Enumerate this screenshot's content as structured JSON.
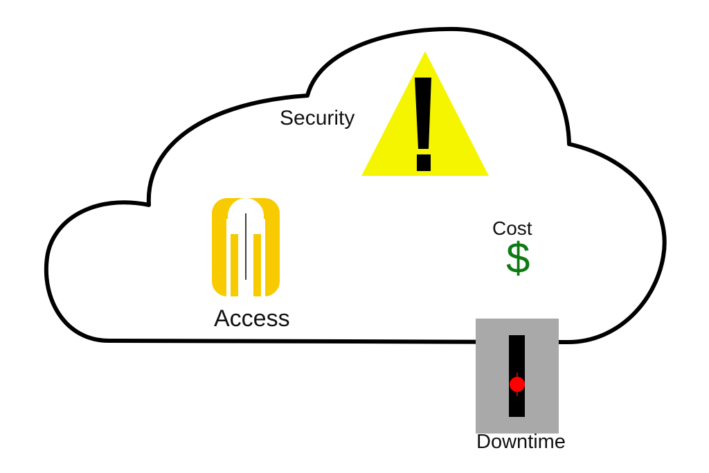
{
  "diagram": {
    "labels": {
      "security": "Security",
      "cost": "Cost",
      "cost_symbol": "$",
      "access": "Access",
      "downtime": "Downtime"
    },
    "icons": {
      "warning": "warning-triangle-icon",
      "access": "key-card-icon",
      "cost": "dollar-icon",
      "downtime": "switch-icon"
    },
    "colors": {
      "cloud_outline": "#000000",
      "warning_fill": "#f5f500",
      "access_fill": "#f7cb00",
      "cost_symbol": "#0d7a12",
      "downtime_panel": "#a9a9a9",
      "downtime_indicator": "#ff0000"
    }
  }
}
